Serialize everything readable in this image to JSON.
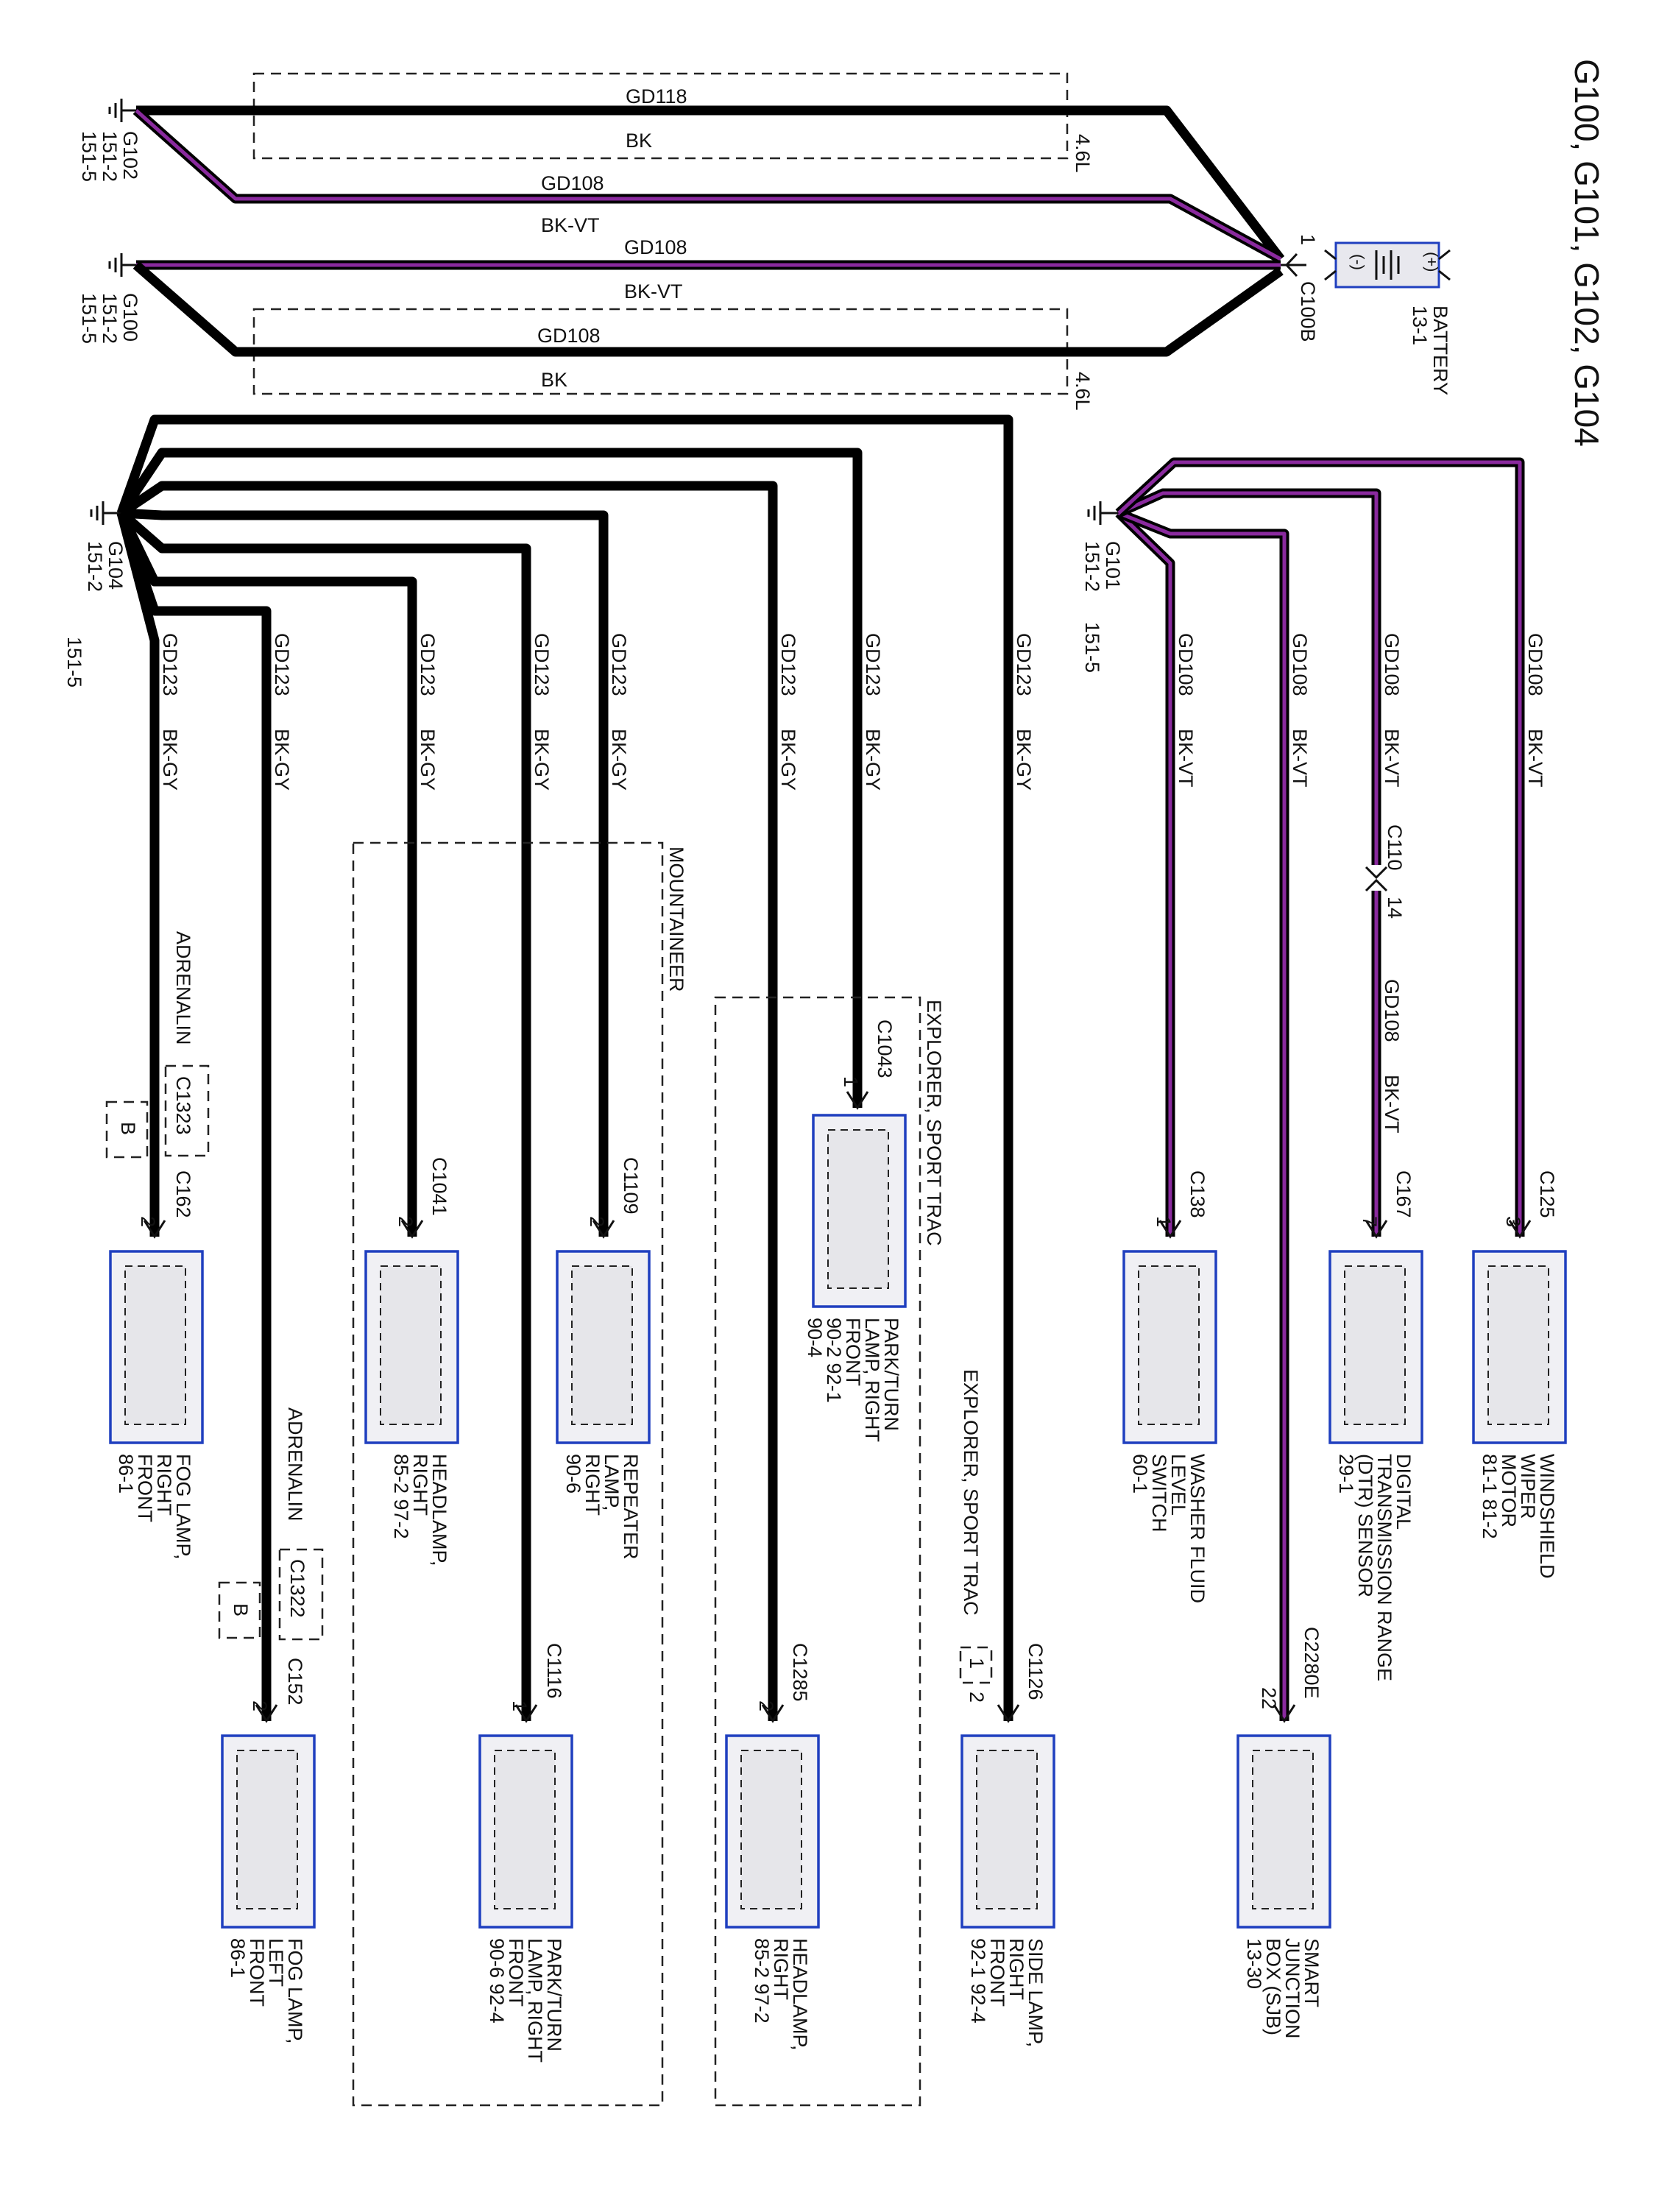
{
  "title": "G100, G101, G102, G104",
  "battery": {
    "label": "BATTERY",
    "ref": "13-1",
    "plus": "(+)",
    "minus": "(-)",
    "connector": "C100B",
    "pin": "1"
  },
  "engine_option": "4.6L",
  "upper_wires": [
    {
      "circuit": "GD118",
      "color": "BK"
    },
    {
      "circuit": "GD108",
      "color": "BK-VT"
    },
    {
      "circuit": "GD108",
      "color": "BK-VT"
    },
    {
      "circuit": "GD108",
      "color": "BK"
    }
  ],
  "grounds": {
    "g102": {
      "name": "G102",
      "refs": [
        "151-2",
        "151-5"
      ]
    },
    "g100": {
      "name": "G100",
      "refs": [
        "151-2",
        "151-5"
      ]
    },
    "g104": {
      "name": "G104",
      "refs": [
        "151-2",
        "151-5"
      ]
    },
    "g101": {
      "name": "G101",
      "refs": [
        "151-2",
        "151-5"
      ]
    }
  },
  "g104_branches": [
    {
      "circuit": "GD123",
      "color": "BK-GY",
      "option": "ADRENALIN",
      "inline_connector": "C1323",
      "inline_tag": "B",
      "connector": "C162",
      "pin": "2",
      "component": [
        "FOG LAMP,",
        "RIGHT",
        "FRONT",
        "86-1"
      ]
    },
    {
      "circuit": "GD123",
      "color": "BK-GY",
      "option": "ADRENALIN",
      "inline_connector": "C1322",
      "inline_tag": "B",
      "connector": "C152",
      "pin": "2",
      "component": [
        "FOG LAMP,",
        "LEFT",
        "FRONT",
        "86-1"
      ]
    },
    {
      "circuit": "GD123",
      "color": "BK-GY",
      "connector": "C1041",
      "pin": "2",
      "component": [
        "HEADLAMP,",
        "RIGHT",
        "85-2     97-2"
      ]
    },
    {
      "circuit": "GD123",
      "color": "BK-GY",
      "connector": "C1116",
      "pin": "1",
      "component": [
        "PARK/TURN",
        "LAMP, RIGHT",
        "FRONT",
        "90-6     92-4"
      ]
    },
    {
      "circuit": "GD123",
      "color": "BK-GY",
      "connector": "C1109",
      "pin": "2",
      "component": [
        "REPEATER",
        "LAMP,",
        "RIGHT",
        "90-6"
      ]
    },
    {
      "circuit": "GD123",
      "color": "BK-GY",
      "connector": "C1285",
      "pin": "2",
      "component": [
        "HEADLAMP,",
        "RIGHT",
        "85-2     97-2"
      ]
    },
    {
      "circuit": "GD123",
      "color": "BK-GY",
      "connector": "C1043",
      "pin": "1",
      "component": [
        "PARK/TURN",
        "LAMP, RIGHT",
        "FRONT",
        "90-2     92-1",
        "90-4"
      ]
    },
    {
      "circuit": "GD123",
      "color": "BK-GY",
      "option": "EXPLORER, SPORT TRAC",
      "option_pin": "1",
      "connector": "C1126",
      "pin": "2",
      "component": [
        "SIDE LAMP,",
        "RIGHT",
        "FRONT",
        "92-1     92-4"
      ]
    }
  ],
  "vehicle_groups": {
    "mountaineer": "MOUNTAINEER",
    "explorer_sport_trac": "EXPLORER, SPORT TRAC"
  },
  "g101_branches": [
    {
      "circuit": "GD108",
      "color": "BK-VT",
      "connector": "C138",
      "pin": "1",
      "component": [
        "WASHER FLUID",
        "LEVEL",
        "SWITCH",
        "60-1"
      ]
    },
    {
      "circuit": "GD108",
      "color": "BK-VT",
      "connector": "C2280E",
      "pin": "22",
      "component": [
        "SMART",
        "JUNCTION",
        "BOX (SJB)",
        "13-30"
      ]
    },
    {
      "circuit": "GD108",
      "color": "BK-VT",
      "inline_connector": "C110",
      "inline_pin": "14",
      "circuit2": "GD108",
      "color2": "BK-VT",
      "connector": "C167",
      "pin": "7",
      "component": [
        "DIGITAL",
        "TRANSMISSION RANGE",
        "(DTR) SENSOR",
        "29-1"
      ]
    },
    {
      "circuit": "GD108",
      "color": "BK-VT",
      "connector": "C125",
      "pin": "3",
      "component": [
        "WINDSHIELD",
        "WIPER",
        "MOTOR",
        "81-1     81-2"
      ]
    }
  ],
  "colors": {
    "wire": "#000000",
    "violet": "#8a2a9e",
    "component_border": "#1f3fbf",
    "component_fill": "#f0f0f4"
  }
}
